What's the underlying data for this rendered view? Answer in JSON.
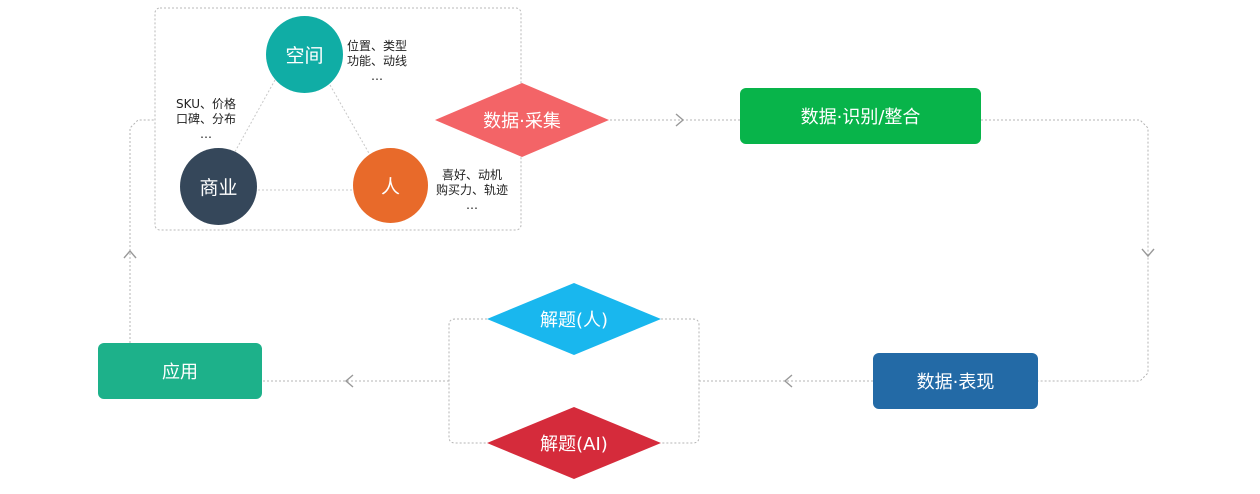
{
  "colors": {
    "space": "#10ada5",
    "commerce": "#35475a",
    "people": "#e86a2a",
    "collect": "#f36467",
    "identify": "#08b44a",
    "present": "#236aa6",
    "apply": "#1db18a",
    "solve_people": "#19b7ee",
    "solve_ai": "#d52b3b",
    "line": "#b4b4b4"
  },
  "triangle": {
    "space": {
      "label": "空间",
      "notes": [
        "位置、类型",
        "功能、动线",
        "…"
      ]
    },
    "commerce": {
      "label": "商业",
      "notes": [
        "SKU、价格",
        "口碑、分布",
        "…"
      ]
    },
    "people": {
      "label": "人",
      "notes": [
        "喜好、动机",
        "购买力、轨迹",
        "…"
      ]
    }
  },
  "flow": {
    "collect": "数据·采集",
    "identify": "数据·识别/整合",
    "present": "数据·表现",
    "solve_people": "解题(人)",
    "solve_ai": "解题(AI)",
    "apply": "应用"
  }
}
